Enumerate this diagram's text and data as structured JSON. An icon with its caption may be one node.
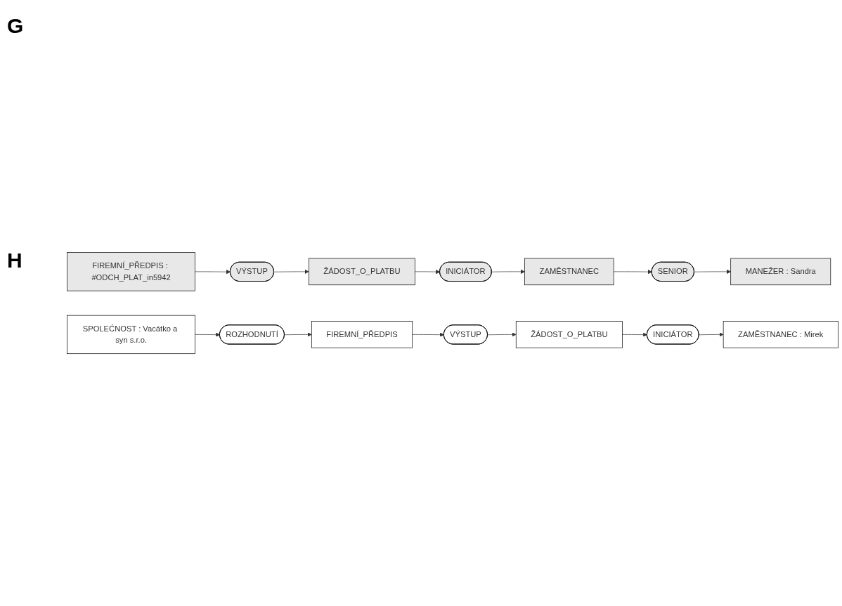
{
  "diagram": {
    "nodes": [
      {
        "text": [
          "ZAMĚSTNANEC"
        ]
      },
      {
        "text": [
          "INICIÁTOR"
        ]
      },
      {
        "text": [
          "ŽÁDOST_O_PLATBU"
        ]
      },
      {
        "text": [
          "VÝSTUP"
        ]
      },
      {
        "text": [
          "FIREMNÍ_PŘEDPIS : #ODCH_PLAT_in5942"
        ]
      },
      {
        "text": [
          "SENIOR"
        ]
      },
      {
        "text": [
          "MANEŽER : Sandra"
        ]
      },
      {
        "text": [
          "ZAMĚSTNANEC : Mirek"
        ]
      },
      {
        "text": [
          "INICIÁTOR"
        ]
      },
      {
        "text": [
          "ŽÁDOST_O_PLATBU"
        ]
      },
      {
        "text": [
          "VÝSTUP"
        ]
      },
      {
        "text": [
          "SPOLEĆNOST : Vacátko a syn s.r.o."
        ]
      },
      {
        "text": [
          "ROZHODNUTÍ"
        ]
      },
      {
        "text": [
          "FIREMNÍ_PŘEDPIS"
        ]
      }
    ],
    "edges": [
      {
        "from": 1,
        "to": 0,
        "arrow": "to"
      },
      {
        "from": 2,
        "to": 1,
        "arrow": "to"
      },
      {
        "from": 3,
        "to": 2,
        "arrow": "to"
      },
      {
        "from": 4,
        "to": 3,
        "arrow": "to"
      },
      {
        "from": 0,
        "to": 5,
        "arrow": "to"
      },
      {
        "from": 5,
        "to": 6,
        "arrow": "to"
      },
      {
        "from": 8,
        "to": 7,
        "arrow": "to"
      },
      {
        "from": 9,
        "to": 8,
        "arrow": "to"
      },
      {
        "from": 10,
        "to": 9,
        "arrow": "to"
      },
      {
        "from": 13,
        "to": 10,
        "arrow": "to"
      },
      {
        "from": 11,
        "to": 12,
        "arrow": "to"
      },
      {
        "from": 12,
        "to": 13,
        "arrow": "to"
      }
    ],
    "labels": [
      "G",
      "H"
    ]
  }
}
